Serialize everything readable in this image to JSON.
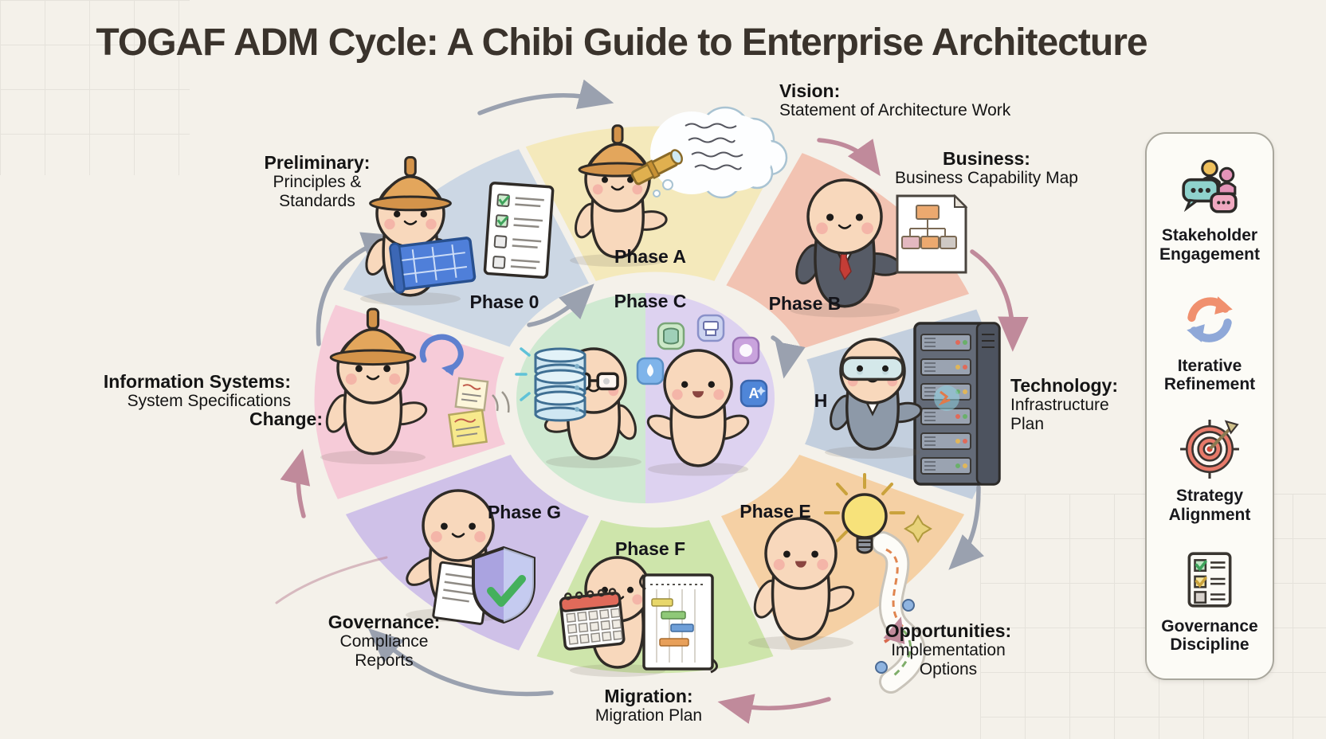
{
  "title": "TOGAF ADM Cycle: A Chibi Guide to Enterprise Architecture",
  "labels": {
    "preliminary": {
      "heading": "Preliminary:",
      "line1": "Principles &",
      "line2": "Standards"
    },
    "vision": {
      "heading": "Vision:",
      "line1": "Statement of Architecture Work"
    },
    "business": {
      "heading": "Business:",
      "line1": "Business Capability Map"
    },
    "technology": {
      "heading": "Technology:",
      "line1": "Infrastructure",
      "line2": "Plan"
    },
    "opportunities": {
      "heading": "Opportunities:",
      "line1": "Implementation",
      "line2": "Options"
    },
    "migration": {
      "heading": "Migration:",
      "line1": "Migration Plan"
    },
    "governance": {
      "heading": "Governance:",
      "line1": "Compliance",
      "line2": "Reports"
    },
    "information_systems": {
      "heading": "Information Systems:",
      "line1": "System Specifications",
      "line2": "Change:"
    }
  },
  "phase_badges": {
    "phase0": "Phase 0",
    "phaseA": "Phase A",
    "phaseB": "Phase B",
    "phaseC": "Phase C",
    "phaseD": "H",
    "phaseE": "Phase E",
    "phaseF": "Phase F",
    "phaseG": "Phase G"
  },
  "sidebar": {
    "items": [
      {
        "icon": "stakeholder-chat-icon",
        "line1": "Stakeholder",
        "line2": "Engagement"
      },
      {
        "icon": "iterative-cycle-icon",
        "line1": "Iterative",
        "line2": "Refinement"
      },
      {
        "icon": "target-arrow-icon",
        "line1": "Strategy",
        "line2": "Alignment"
      },
      {
        "icon": "checklist-icon",
        "line1": "Governance",
        "line2": "Discipline"
      }
    ]
  },
  "colors": {
    "background": "#f4f1ea",
    "title_text": "#3a332c",
    "label_text": "#141414",
    "segment_phase0": "#ccd7e4",
    "segment_phaseA": "#f4e9bb",
    "segment_phaseB": "#f2c3b2",
    "segment_phaseD": "#c3cfde",
    "segment_phaseE": "#f5d0a4",
    "segment_phaseF": "#cee5ab",
    "segment_phaseG": "#cfc1e8",
    "segment_info": "#f6cbd8",
    "center_left": "#cfe9d1",
    "center_right": "#ddd2f0",
    "arrow_gray": "#9aa1af",
    "arrow_pink": "#c08a9b"
  }
}
